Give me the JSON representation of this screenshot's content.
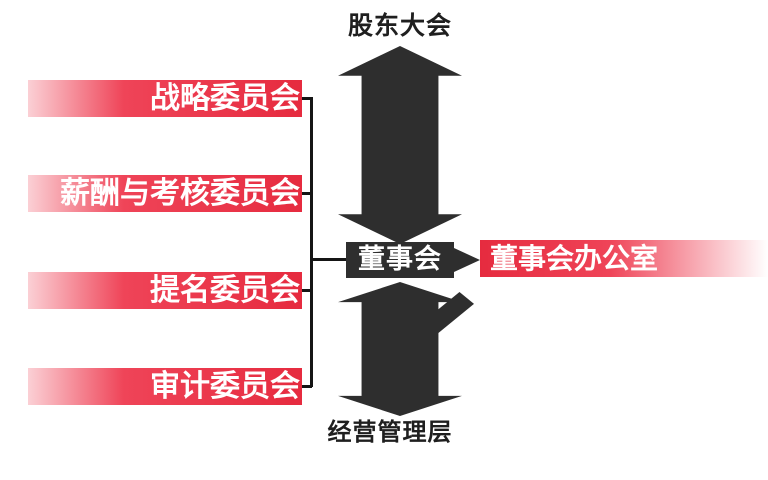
{
  "diagram": {
    "shareholders_meeting": "股东大会",
    "board": "董事会",
    "board_office": "董事会办公室",
    "management": "经营管理层",
    "committees": [
      {
        "label": "战略委员会"
      },
      {
        "label": "薪酬与考核委员会"
      },
      {
        "label": "提名委员会"
      },
      {
        "label": "审计委员会"
      }
    ]
  },
  "colors": {
    "accent_red": "#e62b3f",
    "accent_red_light": "#fbd0d5",
    "arrow_dark": "#2e2e2e",
    "text_dark": "#1f1f1f",
    "text_light": "#ffffff"
  }
}
